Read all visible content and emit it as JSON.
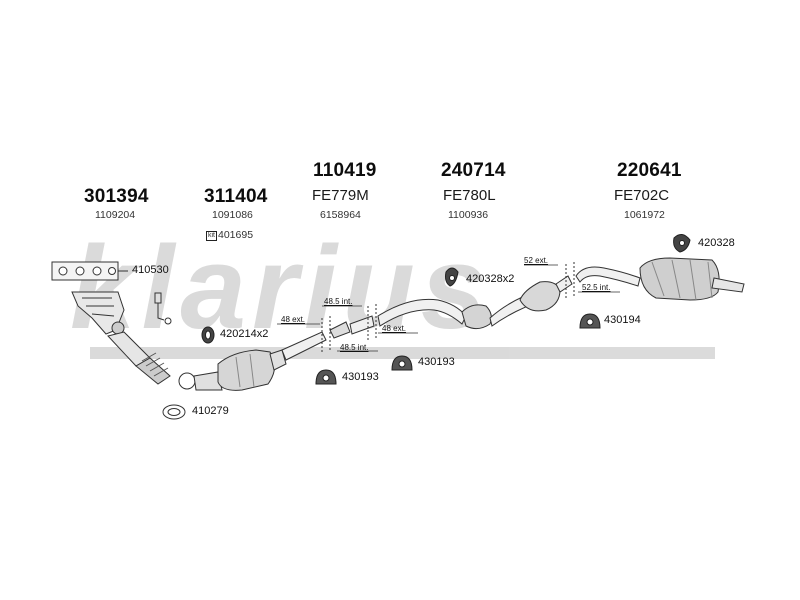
{
  "watermark": "klarius",
  "headers": [
    {
      "part": "301394",
      "ref": "1109204"
    },
    {
      "part": "311404",
      "ref": "1091086"
    },
    {
      "part": "110419",
      "code": "FE779M",
      "ref": "6158964"
    },
    {
      "part": "240714",
      "code": "FE780L",
      "ref": "1100936"
    },
    {
      "part": "220641",
      "code": "FE702C",
      "ref": "1061972"
    }
  ],
  "kit": {
    "label": "kit",
    "part": "401695"
  },
  "parts": {
    "gasket_manifold": "410530",
    "clamp_front": "420214x2",
    "ring_gasket": "410279",
    "mount_a": "430193",
    "mount_b": "430193",
    "clamp_mid": "420328x2",
    "mount_rear": "430194",
    "clamp_rear": "420328"
  },
  "measurements": {
    "m48_5_int_top": "48.5 int.",
    "m48_ext_left": "48 ext.",
    "m48_ext_right": "48 ext.",
    "m48_5_int_bottom": "48.5 int.",
    "m52_ext": "52 ext.",
    "m52_5_int": "52.5 int."
  }
}
